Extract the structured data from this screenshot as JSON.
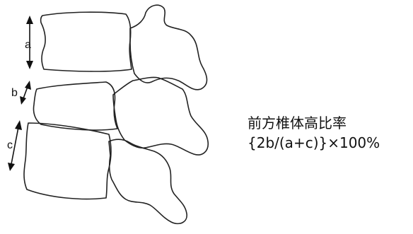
{
  "labels": {
    "a": "a",
    "b": "b",
    "c": "c"
  },
  "formula": {
    "line1": "前方椎体高比率",
    "line2": "{2b/(a+c)}×100%"
  }
}
